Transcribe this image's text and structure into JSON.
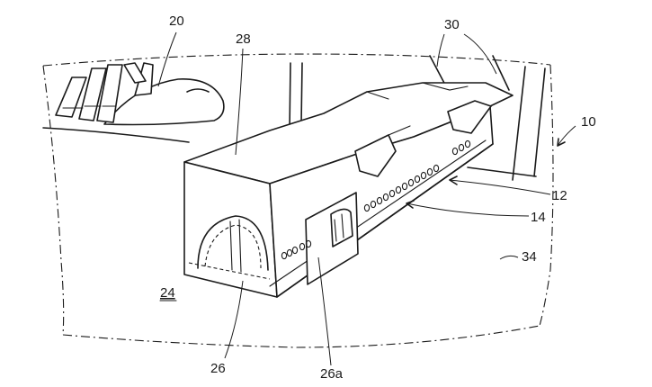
{
  "labels": {
    "l10": "10",
    "l12": "12",
    "l14": "14",
    "l20": "20",
    "l24": "24",
    "l26": "26",
    "l26a": "26a",
    "l28": "28",
    "l30": "30",
    "l34": "34"
  },
  "colors": {
    "ink": "#1a1a1a",
    "paper": "#ffffff"
  }
}
